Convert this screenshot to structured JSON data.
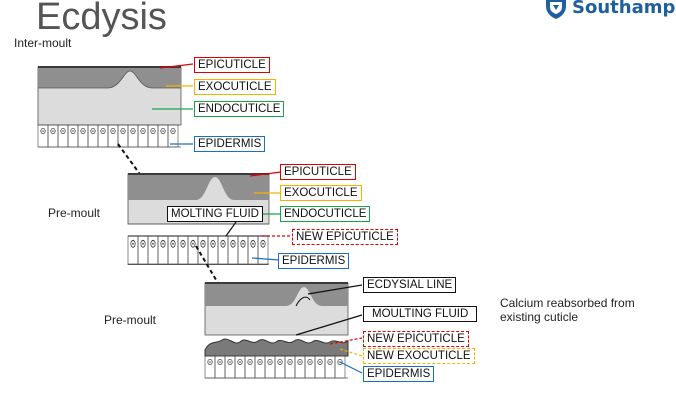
{
  "title": "Ecdysis",
  "brand": {
    "name": "Southamp",
    "logo": "university-crest-logo"
  },
  "colors": {
    "epicuticle": "#e00000",
    "exocuticle": "#f0b400",
    "endocuticle": "#1aa34a",
    "epidermis": "#1a6fc0",
    "neutral": "#111111",
    "brand": "#1f5f9c"
  },
  "stages": {
    "intermoult": {
      "label": "Inter-moult",
      "labels": {
        "epicuticle": "EPICUTICLE",
        "exocuticle": "EXOCUTICLE",
        "endocuticle": "ENDOCUTICLE",
        "epidermis": "EPIDERMIS"
      }
    },
    "premoult1": {
      "label": "Pre-moult",
      "labels": {
        "epicuticle": "EPICUTICLE",
        "exocuticle": "EXOCUTICLE",
        "molting_fluid": "MOLTING FLUID",
        "endocuticle": "ENDOCUTICLE",
        "new_epicuticle": "NEW EPICUTICLE",
        "epidermis": "EPIDERMIS"
      }
    },
    "premoult2": {
      "label": "Pre-moult",
      "labels": {
        "ecdysial_line": "ECDYSIAL LINE",
        "moulting_fluid": "MOULTING FLUID",
        "new_epicuticle": "NEW EPICUTICLE",
        "new_exocuticle": "NEW EXOCUTICLE",
        "epidermis": "EPIDERMIS"
      },
      "note": "Calcium reabsorbed from existing cuticle"
    }
  }
}
